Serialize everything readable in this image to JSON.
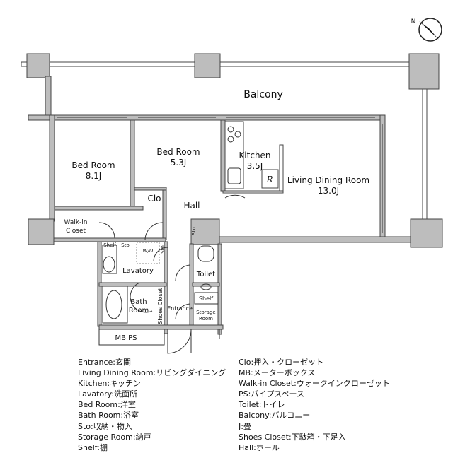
{
  "compass": {
    "label": "N"
  },
  "rooms": {
    "balcony": "Balcony",
    "bed_room_1": {
      "name": "Bed Room",
      "size": "8.1J"
    },
    "bed_room_2": {
      "name": "Bed Room",
      "size": "5.3J"
    },
    "kitchen": {
      "name": "Kitchen",
      "size": "3.5J"
    },
    "refrigerator": "R",
    "living_dining": {
      "name": "Living Dining Room",
      "size": "13.0J"
    },
    "clo": "Clo",
    "hall": "Hall",
    "walk_in_closet": {
      "line1": "Walk-in",
      "line2": "Closet"
    },
    "shelf_1": "Shelf",
    "sto_1": "Sto",
    "wd": "W/D",
    "sto_2": "Sto",
    "sto_3": "Sto",
    "lavatory": "Lavatory",
    "toilet": "Toilet",
    "bath_room": {
      "line1": "Bath",
      "line2": "Room"
    },
    "shoes_closet": "Shoes Closet",
    "entrance": "Entrance",
    "shelf_2": "Shelf",
    "storage_room": {
      "line1": "Storage",
      "line2": "Room"
    },
    "mb_ps": "MB PS"
  },
  "legend": {
    "left": [
      "Entrance:玄関",
      "Living Dining Room:リビングダイニング",
      "Kitchen:キッチン",
      "Lavatory:洗面所",
      "Bed Room:洋室",
      "Bath Room:浴室",
      "Sto:収納・物入",
      "Storage Room:納戸",
      "Shelf:棚"
    ],
    "right": [
      "Clo:押入・クローゼット",
      "MB:メーターボックス",
      "Walk-in Closet:ウォークインクローゼット",
      "PS:パイプスペース",
      "Toilet:トイレ",
      "Balcony:バルコニー",
      "J:畳",
      "Shoes Closet:下駄箱・下足入",
      "Hall:ホール"
    ]
  }
}
